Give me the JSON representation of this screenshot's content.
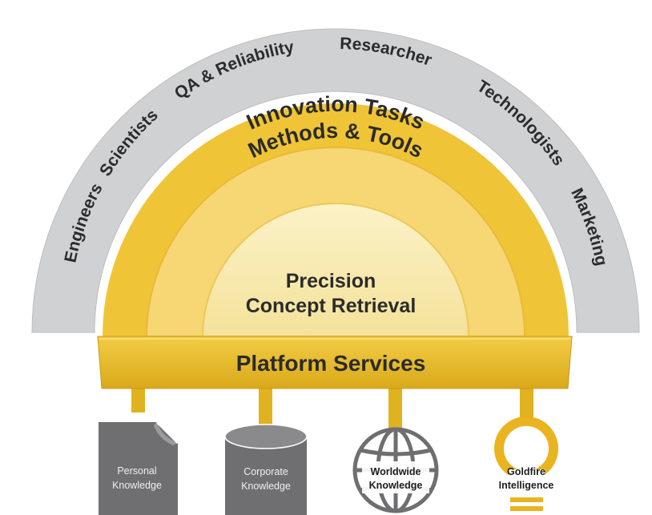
{
  "roles": [
    "Engineers",
    "Scientists",
    "QA & Reliability",
    "Researcher",
    "Technologists",
    "Marketing"
  ],
  "layers": {
    "outer": "Innovation Tasks",
    "middle": "Methods & Tools",
    "core_line1": "Precision",
    "core_line2": "Concept Retrieval"
  },
  "platform": "Platform Services",
  "sources": [
    {
      "line1": "Personal",
      "line2": "Knowledge",
      "icon": "document-icon"
    },
    {
      "line1": "Corporate",
      "line2": "Knowledge",
      "icon": "database-icon"
    },
    {
      "line1": "Worldwide",
      "line2": "Knowledge",
      "icon": "globe-icon"
    },
    {
      "line1": "Goldfire",
      "line2": "Intelligence",
      "icon": "lightbulb-icon"
    }
  ],
  "colors": {
    "role_band": "#d0d1d3",
    "tasks_ring": "#f0c437",
    "methods_ring": "#f6d774",
    "core": "#f9eeb9",
    "platform": "#e8b923",
    "icons": "#6f6f71",
    "text": "#2b2b2b"
  }
}
